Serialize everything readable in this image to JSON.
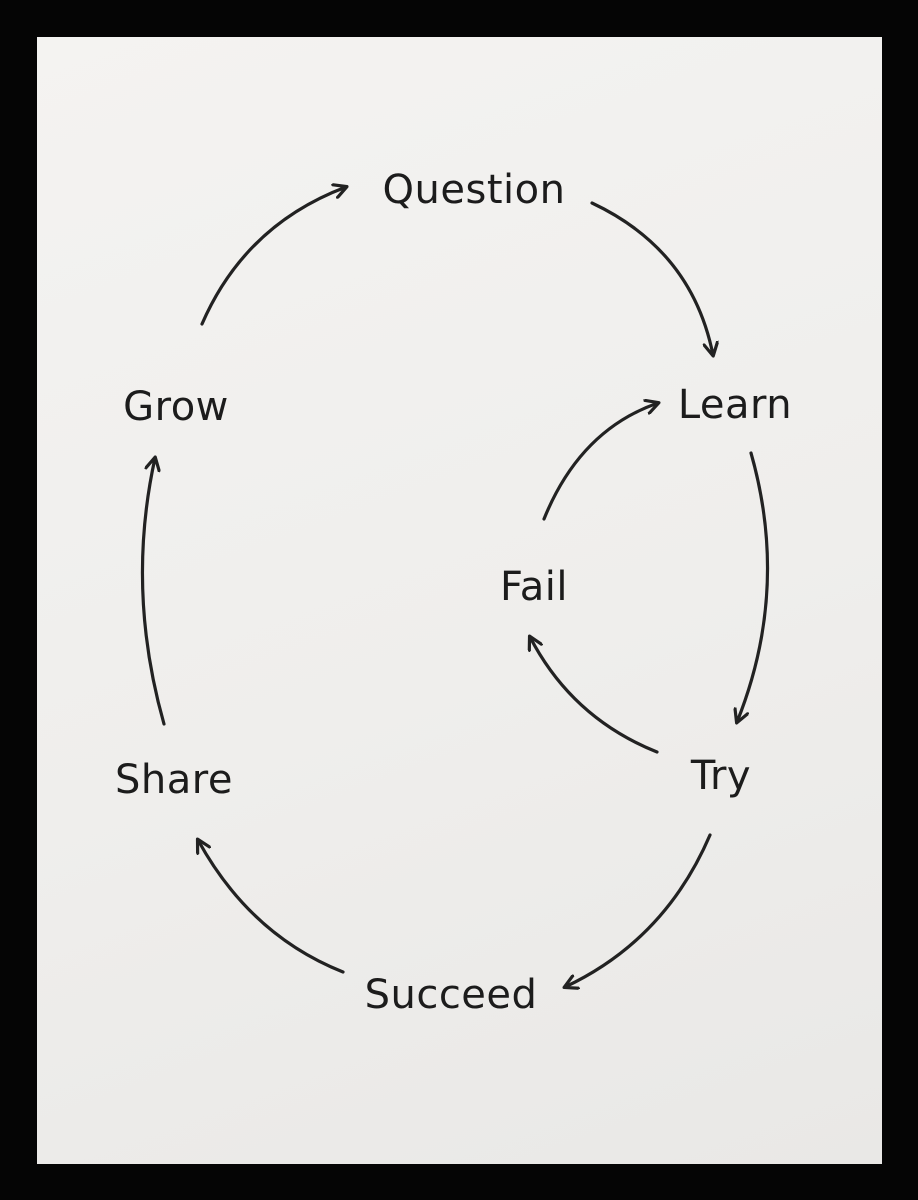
{
  "diagram": {
    "nodes": {
      "question": "Question",
      "learn": "Learn",
      "fail": "Fail",
      "try": "Try",
      "succeed": "Succeed",
      "share": "Share",
      "grow": "Grow"
    },
    "edges": [
      {
        "from": "Question",
        "to": "Learn"
      },
      {
        "from": "Learn",
        "to": "Try"
      },
      {
        "from": "Try",
        "to": "Fail"
      },
      {
        "from": "Fail",
        "to": "Learn"
      },
      {
        "from": "Try",
        "to": "Succeed"
      },
      {
        "from": "Succeed",
        "to": "Share"
      },
      {
        "from": "Share",
        "to": "Grow"
      },
      {
        "from": "Grow",
        "to": "Question"
      }
    ],
    "colors": {
      "frame": "#050505",
      "paper": "#f1f0ee",
      "ink": "#1c1c1c"
    }
  }
}
